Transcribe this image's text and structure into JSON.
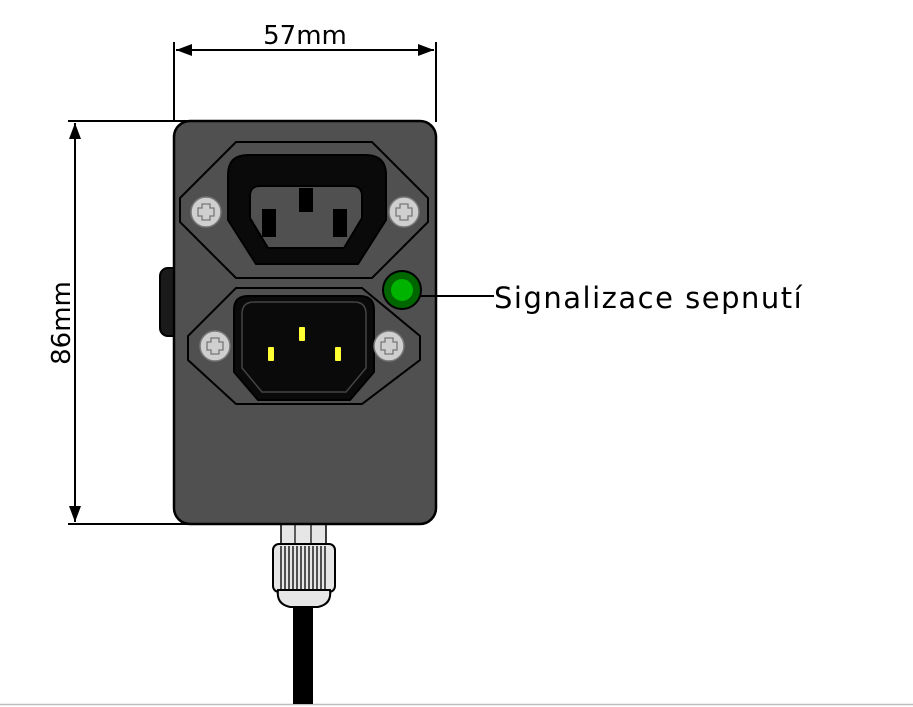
{
  "dimensions": {
    "width_label": "57mm",
    "height_label": "86mm"
  },
  "callout": {
    "label": "Signalizace sepnutí"
  },
  "colors": {
    "housing": "#505050",
    "socket_body": "#0a0a0a",
    "plate": "#505050",
    "screw": "#cfcfcf",
    "pin": "#ffff33",
    "indicator": "#00b300",
    "indicator_ring": "#006600",
    "gland": "#e6e6e6",
    "cable": "#000000"
  },
  "icons": {
    "screws": [
      "cross-screw-icon",
      "cross-screw-icon",
      "cross-screw-icon",
      "cross-screw-icon"
    ],
    "indicator": "indicator-led-icon"
  }
}
